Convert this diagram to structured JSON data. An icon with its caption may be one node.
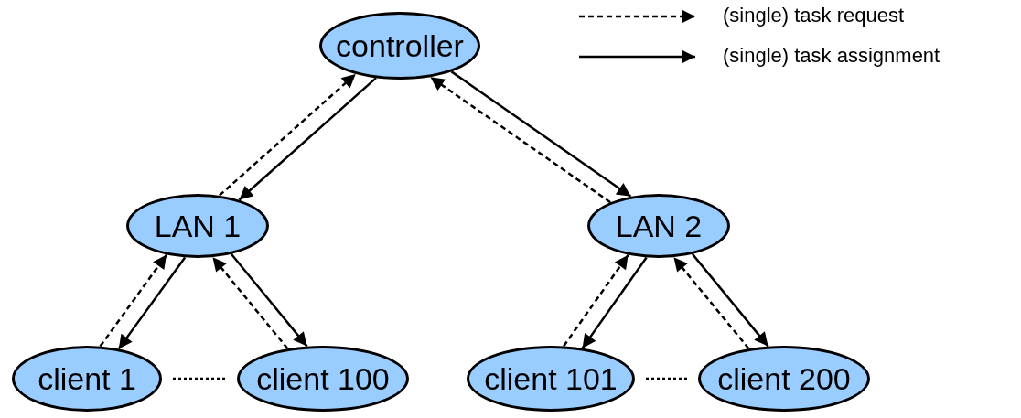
{
  "diagram": {
    "nodes": [
      {
        "text": [
          "controller"
        ]
      },
      {
        "text": [
          "LAN 1"
        ]
      },
      {
        "text": [
          "LAN 2"
        ]
      },
      {
        "text": [
          "client 1"
        ]
      },
      {
        "text": [
          "client 100"
        ]
      },
      {
        "text": [
          "client 101"
        ]
      },
      {
        "text": [
          "client 200"
        ]
      }
    ],
    "edges": [
      {
        "from": 1,
        "to": 0,
        "arrow": "to",
        "style": "dashed"
      },
      {
        "from": 0,
        "to": 1,
        "arrow": "to"
      },
      {
        "from": 2,
        "to": 0,
        "arrow": "to",
        "style": "dashed"
      },
      {
        "from": 0,
        "to": 2,
        "arrow": "to"
      },
      {
        "from": 3,
        "to": 1,
        "arrow": "to",
        "style": "dashed"
      },
      {
        "from": 1,
        "to": 3,
        "arrow": "to"
      },
      {
        "from": 4,
        "to": 1,
        "arrow": "to",
        "style": "dashed"
      },
      {
        "from": 1,
        "to": 4,
        "arrow": "to"
      },
      {
        "from": 5,
        "to": 2,
        "arrow": "to",
        "style": "dashed"
      },
      {
        "from": 2,
        "to": 5,
        "arrow": "to"
      },
      {
        "from": 6,
        "to": 2,
        "arrow": "to",
        "style": "dashed"
      },
      {
        "from": 2,
        "to": 6,
        "arrow": "to"
      },
      {
        "from": 3,
        "to": 4,
        "arrow": "none",
        "style": "dashed"
      },
      {
        "from": 5,
        "to": 6,
        "arrow": "none",
        "style": "dashed"
      }
    ],
    "legend": [
      {
        "text": "(single) task request"
      },
      {
        "text": "(single) task assignment"
      }
    ]
  }
}
